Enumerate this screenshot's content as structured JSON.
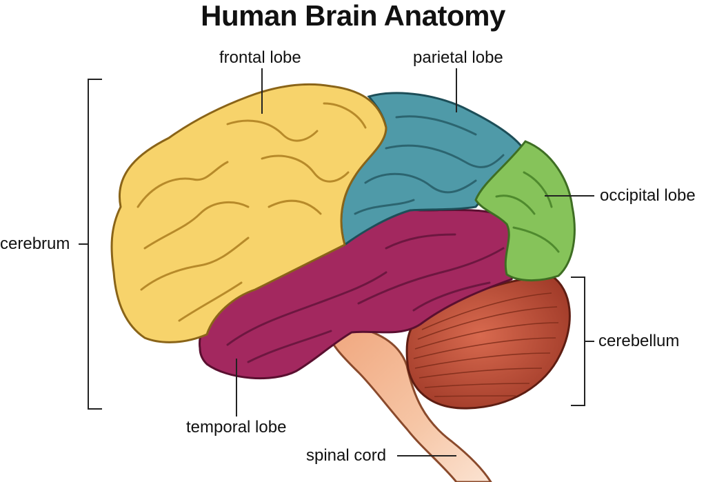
{
  "title": "Human Brain Anatomy",
  "labels": {
    "frontal": "frontal lobe",
    "parietal": "parietal lobe",
    "occipital": "occipital lobe",
    "cerebrum": "cerebrum",
    "cerebellum": "cerebellum",
    "temporal": "temporal lobe",
    "spinal": "spinal cord"
  },
  "colors": {
    "frontal": "#f7d36b",
    "parietal": "#4f9aa8",
    "occipital": "#86c35a",
    "temporal": "#a3285f",
    "cerebellum": "#c4503a",
    "spinal": "#f2b08a"
  }
}
